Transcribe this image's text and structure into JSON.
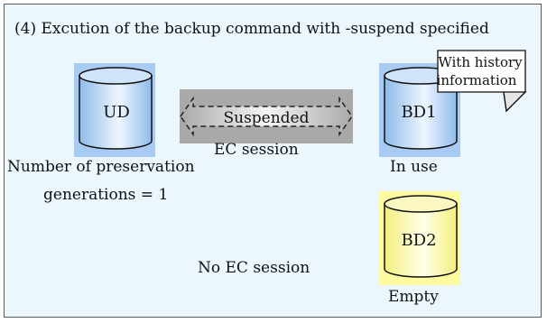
{
  "diagram": {
    "title": "(4)  Excution of the backup command with -suspend specified",
    "volumes": {
      "ud": {
        "label": "UD",
        "status": ""
      },
      "bd1": {
        "label": "BD1",
        "status": "In use"
      },
      "bd2": {
        "label": "BD2",
        "status": "Empty"
      }
    },
    "link": {
      "arrow_label": "Suspended",
      "caption": "EC session"
    },
    "no_link_caption": "No EC session",
    "preservation": {
      "line1": "Number of preservation",
      "line2": "generations = 1"
    },
    "callout": {
      "line1": "With history",
      "line2": "information"
    },
    "colors": {
      "panel_background": "#ecf6fd",
      "blue_volume": "#a7cbf2",
      "yellow_volume": "#fdfaa0",
      "arrow_gray": "#a9a9a9"
    }
  }
}
